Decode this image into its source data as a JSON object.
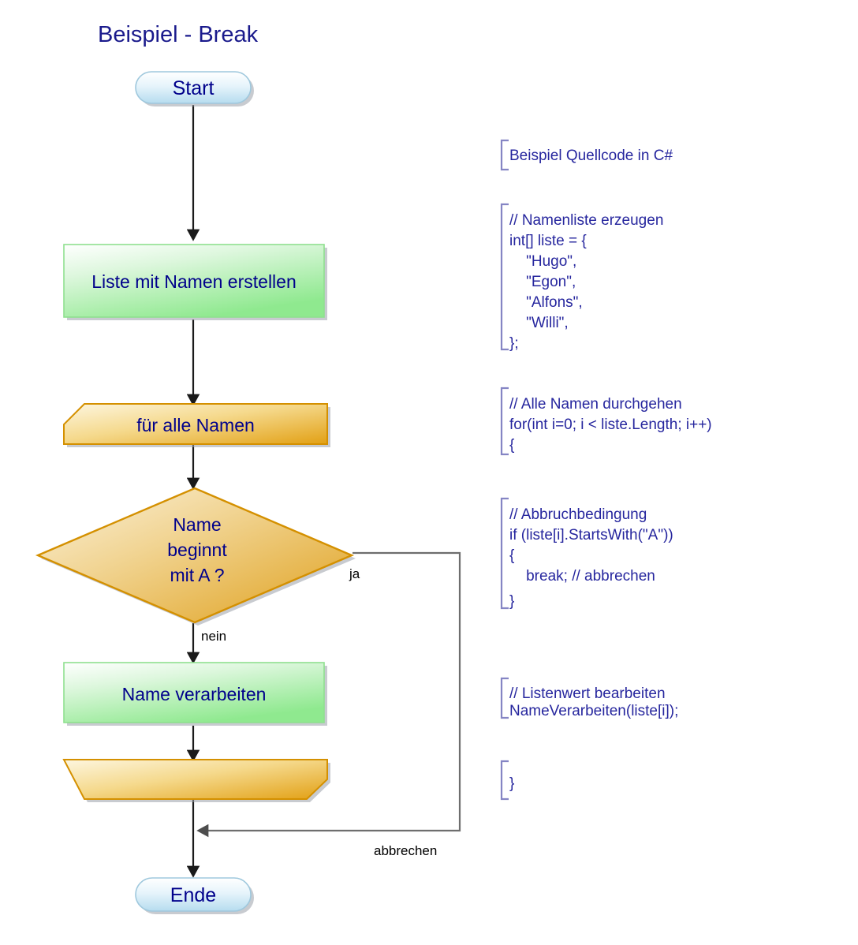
{
  "title": "Beispiel - Break",
  "colors": {
    "text_blue": "#00008B",
    "title_blue": "#1a1a8c",
    "code_blue": "#26269e",
    "bracket_purple": "#8585c4",
    "process_green_light": "#f4fff4",
    "process_green": "#90EE90",
    "process_green_border": "#90EE90",
    "loop_orange_light": "#fdf2d4",
    "loop_orange": "#e8a317",
    "loop_orange_border": "#d49000",
    "terminator_blue_light": "#ffffff",
    "terminator_blue": "#bcdff1",
    "terminator_border": "#9fc8dd",
    "connector_black": "#1a1a1a",
    "connector_gray": "#6e6e6e"
  },
  "flowchart": {
    "type": "flowchart",
    "nodes": [
      {
        "id": "start",
        "shape": "terminator",
        "label": "Start"
      },
      {
        "id": "create",
        "shape": "process",
        "label": "Liste mit Namen erstellen"
      },
      {
        "id": "loopstart",
        "shape": "loop-start",
        "label": "für alle Namen"
      },
      {
        "id": "decision",
        "shape": "decision",
        "label": "Name beginnt mit A ?",
        "lines": [
          "Name",
          "beginnt",
          "mit A ?"
        ]
      },
      {
        "id": "process2",
        "shape": "process",
        "label": "Name verarbeiten"
      },
      {
        "id": "loopend",
        "shape": "loop-end",
        "label": ""
      },
      {
        "id": "end",
        "shape": "terminator",
        "label": "Ende"
      }
    ],
    "edges": [
      {
        "from": "start",
        "to": "create",
        "label": ""
      },
      {
        "from": "create",
        "to": "loopstart",
        "label": ""
      },
      {
        "from": "loopstart",
        "to": "decision",
        "label": ""
      },
      {
        "from": "decision",
        "to": "process2",
        "label": "nein"
      },
      {
        "from": "decision",
        "to": "end",
        "label": "ja"
      },
      {
        "from": "process2",
        "to": "loopend",
        "label": ""
      },
      {
        "from": "loopend",
        "to": "end",
        "label": ""
      },
      {
        "from": "break",
        "to": "end",
        "label": "abbrechen"
      }
    ],
    "edge_labels": {
      "ja": "ja",
      "nein": "nein",
      "abbrechen": "abbrechen"
    }
  },
  "code_blocks": [
    {
      "id": "code-intro",
      "lines": [
        "Beispiel Quellcode in C#"
      ]
    },
    {
      "id": "code-liste",
      "lines": [
        "// Namenliste erzeugen",
        "int[] liste = {",
        "    \"Hugo\",",
        "    \"Egon\",",
        "    \"Alfons\",",
        "    \"Willi\",",
        "};"
      ]
    },
    {
      "id": "code-for",
      "lines": [
        "// Alle Namen durchgehen",
        "for(int i=0; i < liste.Length; i++)",
        "{"
      ]
    },
    {
      "id": "code-if",
      "lines": [
        "// Abbruchbedingung",
        "if (liste[i].StartsWith(\"A\"))",
        "{",
        "    break; // abbrechen",
        "}"
      ]
    },
    {
      "id": "code-call",
      "lines": [
        "// Listenwert bearbeiten",
        "NameVerarbeiten(liste[i]);"
      ]
    },
    {
      "id": "code-close",
      "lines": [
        "}"
      ]
    }
  ]
}
